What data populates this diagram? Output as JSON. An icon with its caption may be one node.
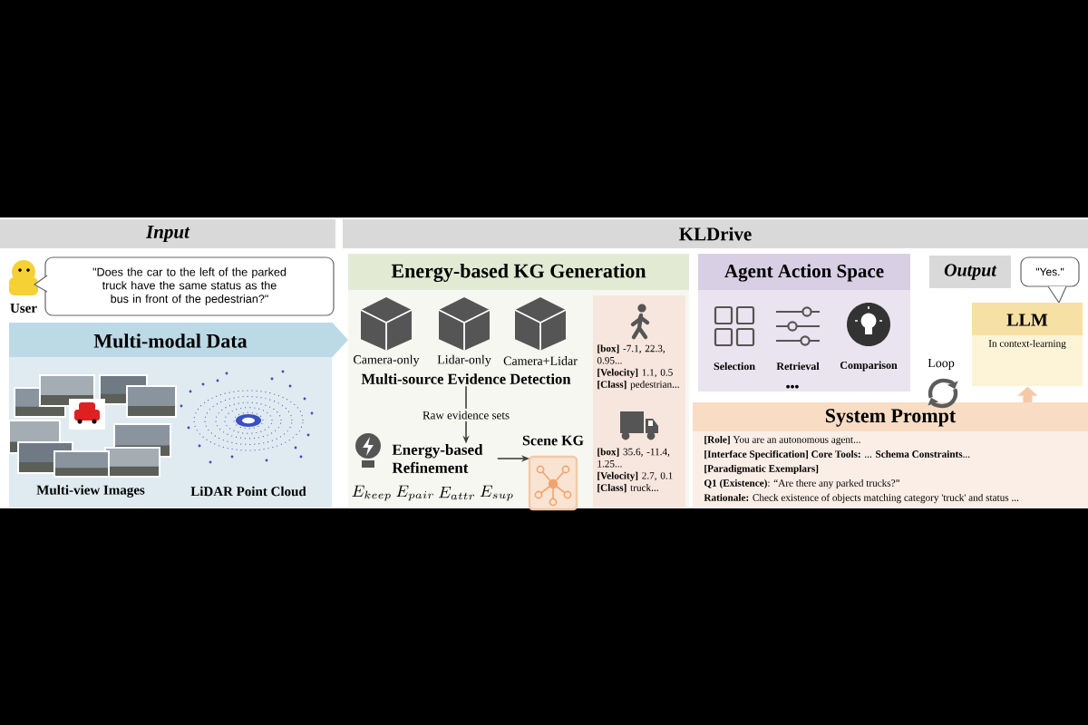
{
  "diagram": {
    "nodes": [
      {
        "text": [
          "Input"
        ]
      },
      {
        "text": [
          "KLDrive"
        ]
      },
      {
        "text": [
          "User"
        ]
      },
      {
        "text": [
          "\"Does the car to the left of the parked truck have the same status as the bus in front of the pedestrian?\""
        ]
      },
      {
        "text": [
          "Multi-modal Data"
        ]
      },
      {
        "text": [
          "Multi-view Images"
        ],
        "in": 4
      },
      {
        "text": [
          "LiDAR Point Cloud"
        ],
        "in": 4
      },
      {
        "text": [
          "Energy-based KG Generation"
        ]
      },
      {
        "text": [
          "Camera-only"
        ],
        "in": 7
      },
      {
        "text": [
          "Lidar-only"
        ],
        "in": 7
      },
      {
        "text": [
          "Camera+Lidar"
        ],
        "in": 7
      },
      {
        "text": [
          "Multi-source Evidence Detection"
        ],
        "in": 7
      },
      {
        "text": [
          "Energy-based Refinement"
        ],
        "in": 7
      },
      {
        "text": [
          "Scene KG"
        ],
        "in": 7
      },
      {
        "text": [
          "**[box]** -7.1, 22.3, 0.95...",
          "**[Velocity]** 1.1, 0.5",
          "**[Class]** pedestrian..."
        ],
        "in": 7
      },
      {
        "text": [
          "**[box]** 35.6, -11.4, 1.25...",
          "**[Velocity]** 2.7, 0.1",
          "**[Class]** truck..."
        ],
        "in": 7
      },
      {
        "text": [
          "Agent Action Space"
        ]
      },
      {
        "text": [
          "Selection"
        ],
        "in": 16
      },
      {
        "text": [
          "Retrieval"
        ],
        "in": 16
      },
      {
        "text": [
          "Comparison"
        ],
        "in": 16
      },
      {
        "text": [
          "Output"
        ]
      },
      {
        "text": [
          "\"Yes.\""
        ]
      },
      {
        "text": [
          "LLM",
          "In context-learning"
        ]
      },
      {
        "text": [
          "System Prompt",
          "**[Role]** You are an autonomous agent...",
          "**[Interface Specification] Core Tools:** ... **Schema Constraints**...",
          "**[Paradigmatic Exemplars]**",
          "**Q1 (Existence)**: “Are there any parked trucks?”",
          "**Rationale:** Check existence of objects matching category 'truck' and status ..."
        ]
      }
    ],
    "edges": [
      {
        "from": 4,
        "to": 7,
        "arrow": "to",
        "style": "thick",
        "color": "#bcd9e6"
      },
      {
        "from": 11,
        "to": 12,
        "arrow": "to",
        "label": "Raw evidence sets"
      },
      {
        "from": 12,
        "to": 13,
        "arrow": "to"
      },
      {
        "from": 23,
        "to": 22,
        "arrow": "to",
        "style": "thick",
        "color": "#f6c9a6"
      }
    ],
    "labels": [
      "Loop",
      "•••",
      "E_{keep}",
      "E_{pair}",
      "E_{attr}",
      "E_{sup}"
    ]
  }
}
